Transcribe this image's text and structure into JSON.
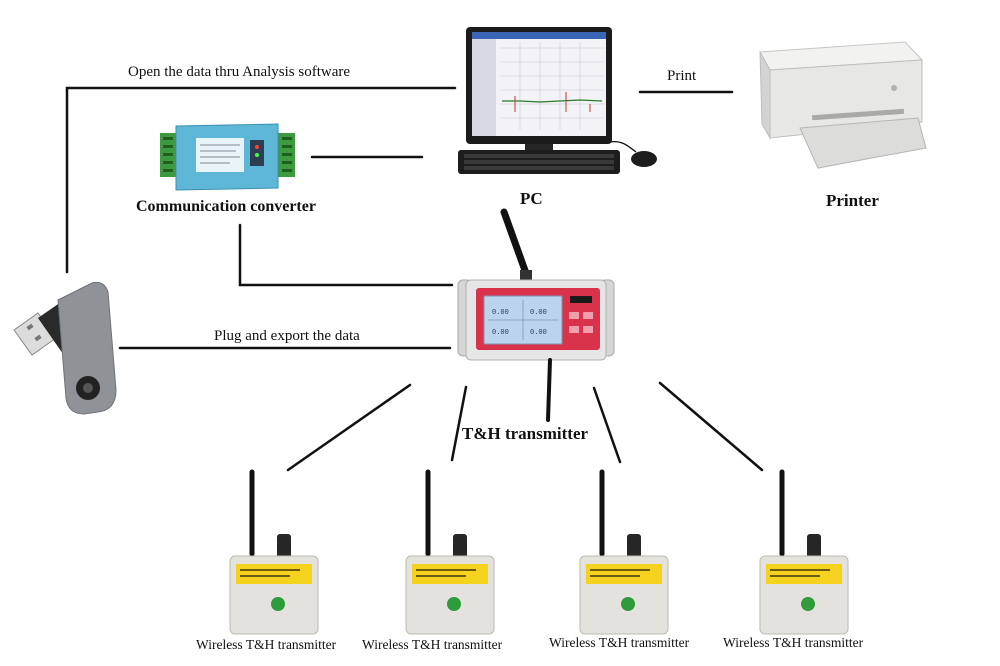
{
  "labels": {
    "open_data": "Open the data thru Analysis software",
    "print": "Print",
    "pc": "PC",
    "printer": "Printer",
    "comm_converter": "Communication converter",
    "plug_export": "Plug and export the data",
    "th_transmitter": "T&H transmitter"
  },
  "sensors": [
    {
      "label": "Wireless T&H transmitter"
    },
    {
      "label": "Wireless T&H transmitter"
    },
    {
      "label": "Wireless T&H transmitter"
    },
    {
      "label": "Wireless T&H transmitter"
    }
  ],
  "device_screen": {
    "readings": [
      "0.00",
      "0.00",
      "0.00",
      "0.00"
    ]
  },
  "colors": {
    "line": "#111111",
    "converter_blue": "#5fb7d8",
    "terminal_green": "#3f9a3f",
    "device_red": "#d8334a",
    "screen_blue": "#bcd3ee",
    "sensor_yellow": "#f5d21e",
    "sensor_body": "#e4e2dc",
    "usb_gray": "#8f9296",
    "printer_gray": "#e7e7e5"
  }
}
